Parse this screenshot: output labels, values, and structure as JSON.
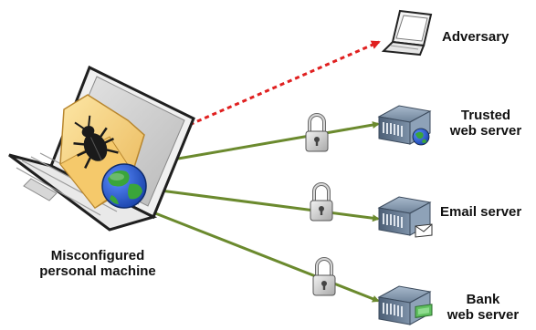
{
  "nodes": {
    "adversary": {
      "label": "Adversary"
    },
    "trusted_server": {
      "label_line1": "Trusted",
      "label_line2": "web server"
    },
    "email_server": {
      "label": "Email server"
    },
    "bank_server": {
      "label_line1": "Bank",
      "label_line2": "web server"
    },
    "personal_machine": {
      "label_line1": "Misconfigured",
      "label_line2": "personal machine"
    }
  },
  "icons": {
    "laptop": "laptop-icon",
    "bug": "bug-icon",
    "folder": "folder-icon",
    "globe": "globe-icon",
    "lock": "lock-icon",
    "server": "server-icon"
  },
  "colors": {
    "secure_link": "#6b8a2e",
    "attack_link": "#e02020",
    "server_blue": "#5a6f86",
    "globe_blue": "#2a5bd7",
    "globe_green": "#3aa53a"
  }
}
